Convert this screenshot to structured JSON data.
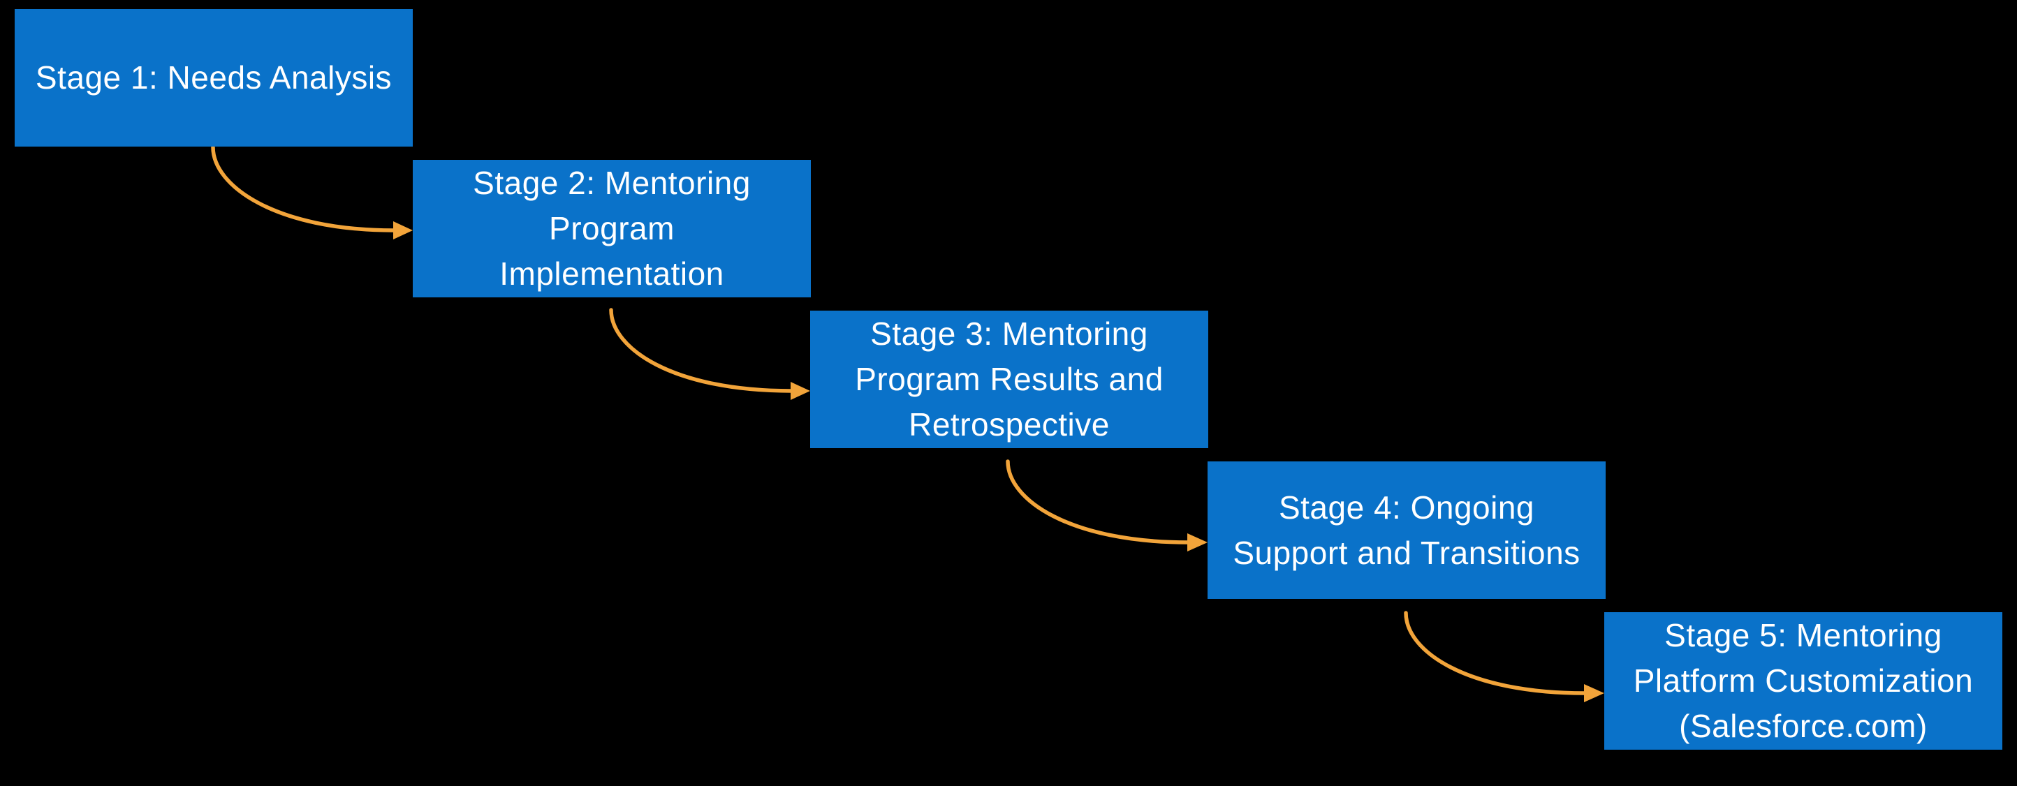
{
  "colors": {
    "background": "#000000",
    "stage_fill": "#0a72c9",
    "stage_text": "#ffffff",
    "connector": "#f2a43a"
  },
  "stages": [
    {
      "name": "stage-1",
      "label": "Stage 1: Needs Analysis",
      "display_lines": "Stage 1: Needs Analysis"
    },
    {
      "name": "stage-2",
      "label": "Stage 2: Mentoring Program Implementation",
      "display_lines": "Stage 2: Mentoring\nProgram\nImplementation"
    },
    {
      "name": "stage-3",
      "label": "Stage 3: Mentoring Program Results and Retrospective",
      "display_lines": "Stage 3: Mentoring\nProgram Results and\nRetrospective"
    },
    {
      "name": "stage-4",
      "label": "Stage 4: Ongoing Support and Transitions",
      "display_lines": "Stage 4: Ongoing\nSupport and Transitions"
    },
    {
      "name": "stage-5",
      "label": "Stage 5: Mentoring Platform Customization (Salesforce.com)",
      "display_lines": "Stage 5: Mentoring\nPlatform Customization\n(Salesforce.com)"
    }
  ],
  "connectors": [
    {
      "from": "stage-1",
      "to": "stage-2"
    },
    {
      "from": "stage-2",
      "to": "stage-3"
    },
    {
      "from": "stage-3",
      "to": "stage-4"
    },
    {
      "from": "stage-4",
      "to": "stage-5"
    }
  ]
}
